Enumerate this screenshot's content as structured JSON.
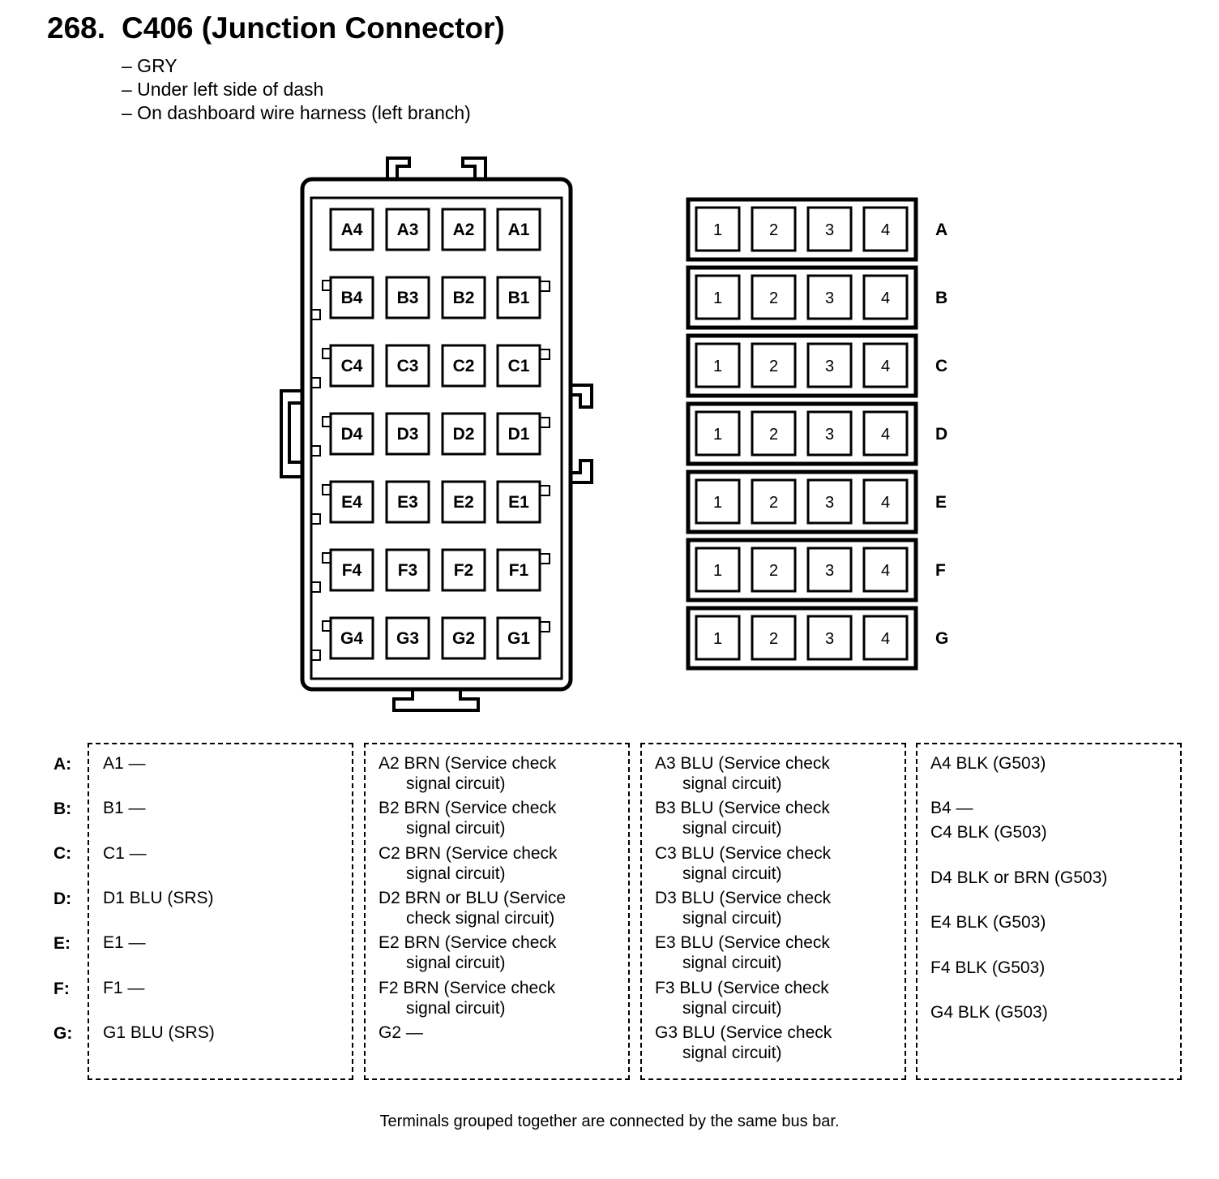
{
  "title": {
    "number": "268.",
    "text": "C406 (Junction Connector)"
  },
  "description": [
    "– GRY",
    "– Under left side of dash",
    "– On dashboard wire harness (left branch)"
  ],
  "connector_face": {
    "rows": [
      [
        "A4",
        "A3",
        "A2",
        "A1"
      ],
      [
        "B4",
        "B3",
        "B2",
        "B1"
      ],
      [
        "C4",
        "C3",
        "C2",
        "C1"
      ],
      [
        "D4",
        "D3",
        "D2",
        "D1"
      ],
      [
        "E4",
        "E3",
        "E2",
        "E1"
      ],
      [
        "F4",
        "F3",
        "F2",
        "F1"
      ],
      [
        "G4",
        "G3",
        "G2",
        "G1"
      ]
    ]
  },
  "bus_bars": {
    "rows": [
      "A",
      "B",
      "C",
      "D",
      "E",
      "F",
      "G"
    ],
    "terminals": [
      "1",
      "2",
      "3",
      "4"
    ]
  },
  "row_labels": [
    "A:",
    "B:",
    "C:",
    "D:",
    "E:",
    "F:",
    "G:"
  ],
  "columns": [
    [
      {
        "line1": "A1 —"
      },
      {
        "line1": "B1 —"
      },
      {
        "line1": "C1 —"
      },
      {
        "line1": "D1 BLU (SRS)"
      },
      {
        "line1": "E1 —"
      },
      {
        "line1": "F1 —"
      },
      {
        "line1": "G1 BLU (SRS)"
      }
    ],
    [
      {
        "line1": "A2 BRN (Service check",
        "line2": "signal circuit)"
      },
      {
        "line1": "B2 BRN (Service check",
        "line2": "signal circuit)"
      },
      {
        "line1": "C2 BRN (Service check",
        "line2": "signal circuit)"
      },
      {
        "line1": "D2 BRN or BLU (Service",
        "line2": "check signal circuit)"
      },
      {
        "line1": "E2 BRN (Service check",
        "line2": "signal circuit)"
      },
      {
        "line1": "F2 BRN (Service check",
        "line2": "signal circuit)"
      },
      {
        "line1": "G2 —"
      }
    ],
    [
      {
        "line1": "A3 BLU (Service check",
        "line2": "signal circuit)"
      },
      {
        "line1": "B3 BLU (Service check",
        "line2": "signal circuit)"
      },
      {
        "line1": "C3 BLU (Service check",
        "line2": "signal circuit)"
      },
      {
        "line1": "D3 BLU (Service check",
        "line2": "signal circuit)"
      },
      {
        "line1": "E3 BLU (Service check",
        "line2": "signal circuit)"
      },
      {
        "line1": "F3 BLU (Service check",
        "line2": "signal circuit)"
      },
      {
        "line1": "G3 BLU (Service check",
        "line2": "signal circuit)"
      }
    ],
    [
      {
        "line1": "A4 BLK (G503)"
      },
      {
        "line1": "B4 —",
        "line2": "C4 BLK (G503)"
      },
      {
        "line1": "D4 BLK or BRN (G503)"
      },
      {
        "line1": "E4 BLK (G503)"
      },
      {
        "line1": "F4 BLK (G503)"
      },
      {
        "line1": "G4 BLK (G503)"
      }
    ]
  ],
  "footnote": "Terminals grouped together are connected by the same bus bar."
}
